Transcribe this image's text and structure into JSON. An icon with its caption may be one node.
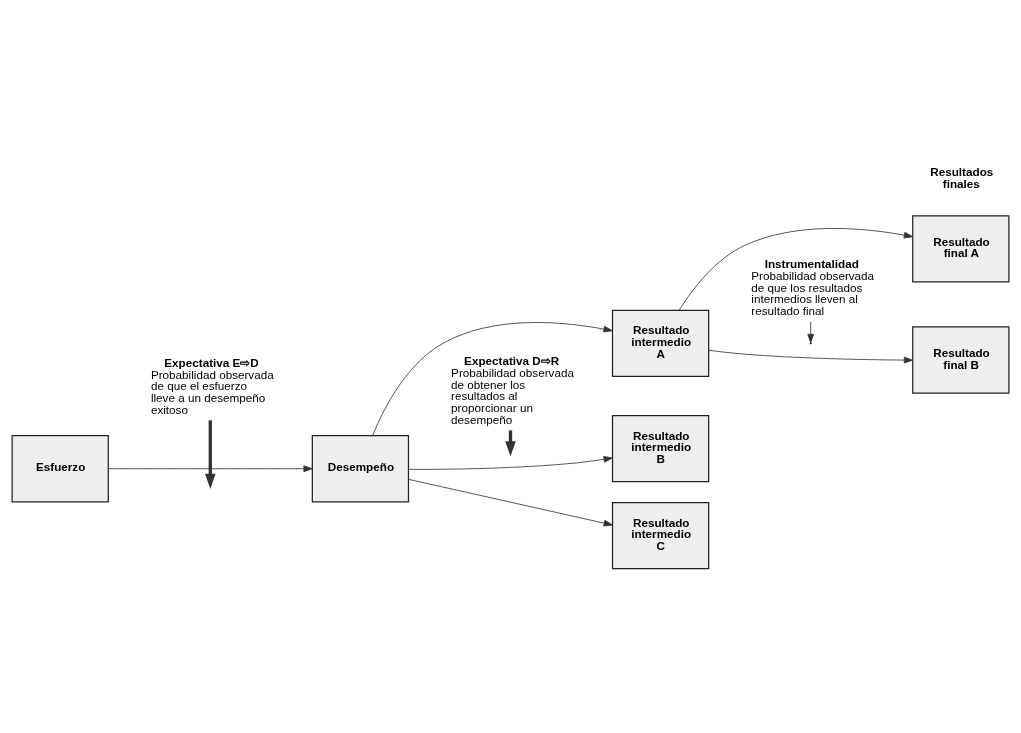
{
  "diagram": {
    "nodes": [
      {
        "text": [
          "Expectativa E⇨D",
          "Probabilidad observada de que el esfuerzo lleve a un desempeño exitoso"
        ]
      },
      {
        "text": [
          "Expectativa D⇨R",
          "Probabilidad observada de obtener los resultados al proporcionar un desempeño"
        ]
      },
      {
        "text": [
          "Instrumentalidad",
          "Probabilidad observada de que los resultados intermedios lleven al resultado final"
        ]
      },
      {
        "text": [
          "Esfuerzo"
        ]
      },
      {
        "text": [
          "Desempeño"
        ]
      },
      {
        "text": [
          "Resultado intermedio A"
        ]
      },
      {
        "text": [
          "Resultado intermedio B"
        ]
      },
      {
        "text": [
          "Resultado intermedio C"
        ]
      },
      {
        "text": [
          "Resultado final A"
        ]
      },
      {
        "text": [
          "Resultado final B"
        ]
      }
    ],
    "edges": [
      {
        "from": 0,
        "to": null,
        "arrow": "to",
        "style": "thick"
      },
      {
        "from": 1,
        "to": null,
        "arrow": "to",
        "style": "thick"
      },
      {
        "from": 2,
        "to": null,
        "arrow": "to"
      },
      {
        "from": 3,
        "to": 4,
        "arrow": "to"
      },
      {
        "from": 4,
        "to": 5,
        "arrow": "to"
      },
      {
        "from": 4,
        "to": 6,
        "arrow": "to"
      },
      {
        "from": 4,
        "to": 7,
        "arrow": "to"
      },
      {
        "from": 5,
        "to": 8,
        "arrow": "to"
      },
      {
        "from": 5,
        "to": 9,
        "arrow": "to"
      }
    ],
    "labels": [
      "Resultados finales"
    ]
  }
}
